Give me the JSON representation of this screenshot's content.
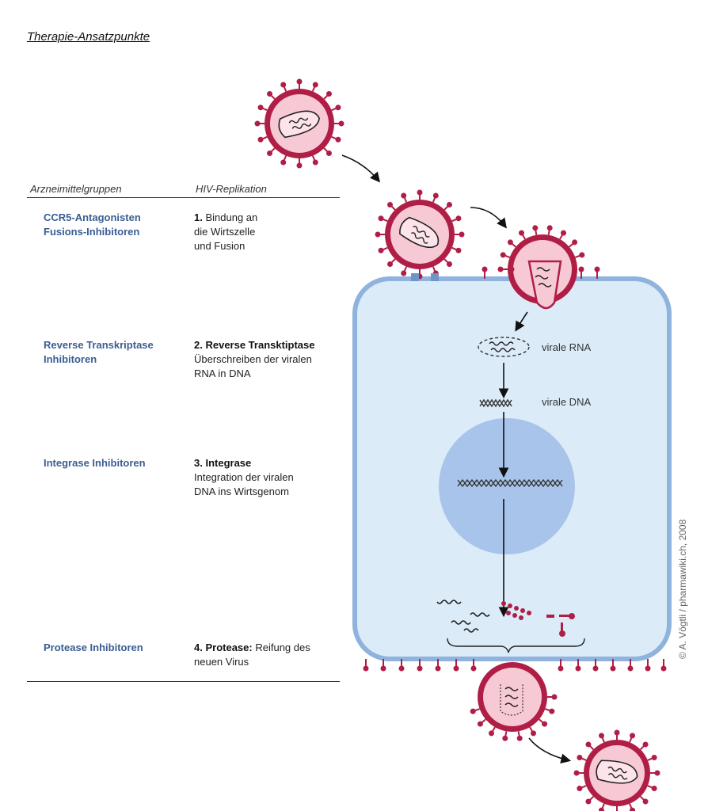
{
  "heading": "Therapie-Ansatzpunkte",
  "columns": {
    "drug_groups": "Arzneimittelgruppen",
    "replication": "HIV-Replikation"
  },
  "rows": [
    {
      "drugs": [
        "CCR5-Antagonisten",
        "Fusions-Inhibitoren"
      ],
      "num": "1.",
      "title": "",
      "lines": [
        "Bindung an",
        "die Wirtszelle",
        "und Fusion"
      ]
    },
    {
      "drugs": [
        "Reverse Transkriptase",
        "Inhibitoren"
      ],
      "num": "2.",
      "title": "Reverse Transktiptase",
      "lines": [
        "Überschreiben der viralen",
        "RNA in DNA"
      ]
    },
    {
      "drugs": [
        "Integrase Inhibitoren"
      ],
      "num": "3.",
      "title": "Integrase",
      "lines": [
        "Integration der viralen",
        "DNA ins Wirtsgenom"
      ]
    },
    {
      "drugs": [
        "Protease Inhibitoren"
      ],
      "num": "4.",
      "title": "Protease:",
      "lines": [
        "Reifung des",
        "neuen Virus"
      ]
    }
  ],
  "cell_labels": {
    "rna": "virale RNA",
    "dna": "virale DNA"
  },
  "copyright": "© A. Vögtli / pharmawiki.ch, 2008",
  "colors": {
    "virus_ring": "#b01e46",
    "virus_fill": "#f7c9d5",
    "cell_fill": "#dcebf8",
    "cell_border": "#8fb3dd",
    "nucleus": "#a9c4ea",
    "drug_text": "#3a5d93"
  }
}
